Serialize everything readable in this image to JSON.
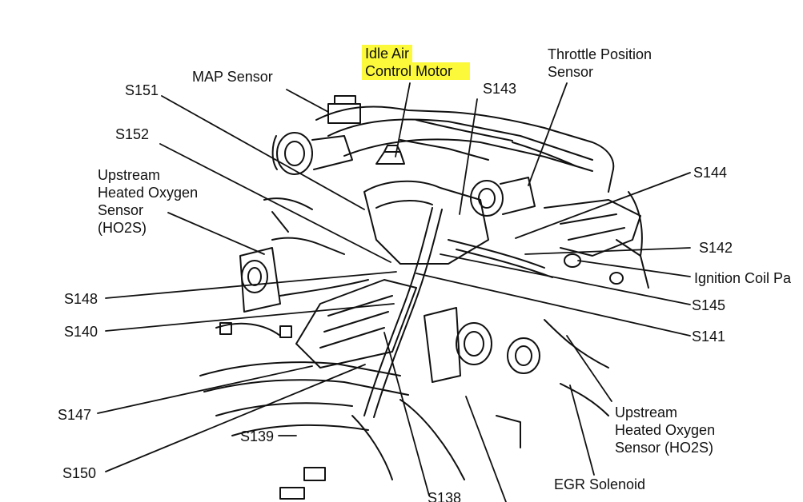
{
  "highlight_color": "#fbf93a",
  "labels": {
    "map_sensor": "MAP Sensor",
    "iac_line1": "Idle Air",
    "iac_line2": "Control Motor",
    "tps_line1": "Throttle Position",
    "tps_line2": "Sensor",
    "s151": "S151",
    "s143": "S143",
    "s152": "S152",
    "s144": "S144",
    "ho2s_up_left_1": "Upstream",
    "ho2s_up_left_2": "Heated Oxygen",
    "ho2s_up_left_3": "Sensor",
    "ho2s_up_left_4": "(HO2S)",
    "s142": "S142",
    "ignition_coil": "Ignition Coil Pa",
    "s148": "S148",
    "s145": "S145",
    "s140": "S140",
    "s141": "S141",
    "s147": "S147",
    "ho2s_up_right_1": "Upstream",
    "ho2s_up_right_2": "Heated Oxygen",
    "ho2s_up_right_3": "Sensor (HO2S)",
    "s139": "S139",
    "s150": "S150",
    "egr_solenoid": "EGR Solenoid",
    "s138": "S138"
  }
}
